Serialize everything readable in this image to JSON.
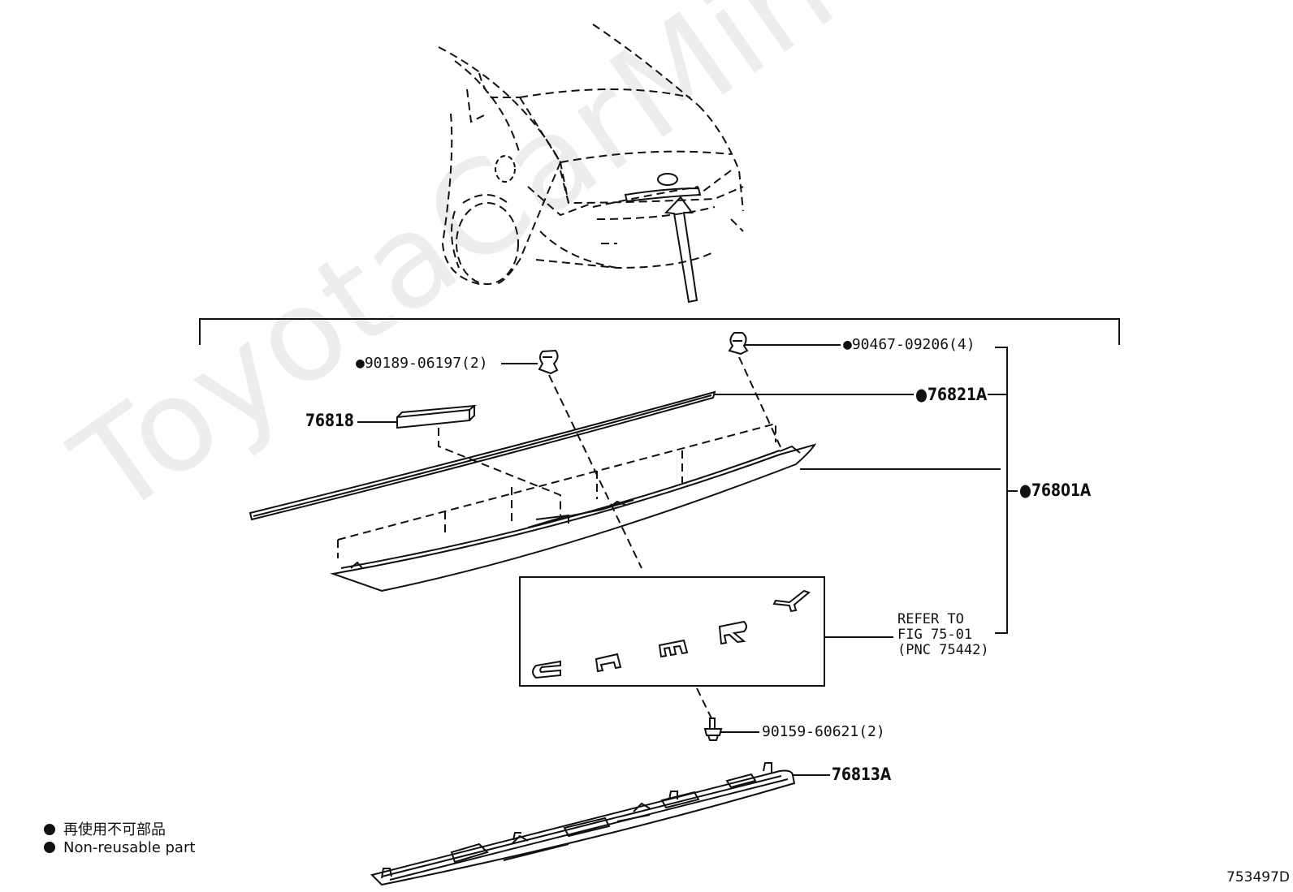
{
  "watermark": "ToyotaCarMine.ru",
  "callouts": {
    "clip_top_left": "●90189-06197(2)",
    "pad": "76818",
    "clip_top_right": "●90467-09206(4)",
    "molding": "●76821A",
    "garnish_assy": "●76801A",
    "screw": "90159-60621(2)",
    "lower_cover": "76813A"
  },
  "refer_note": {
    "line1": "REFER TO",
    "line2": "FIG 75-01",
    "line3": "(PNC 75442)"
  },
  "legend": {
    "line1": "再使用不可部品",
    "line2": "Non-reusable part"
  },
  "figure_id": "753497D",
  "colors": {
    "line": "#111111",
    "background": "#ffffff"
  }
}
